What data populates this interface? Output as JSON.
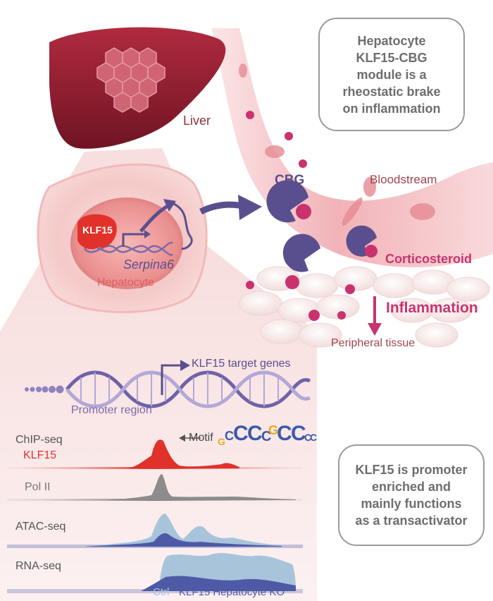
{
  "summary_box_1": {
    "lines": [
      "Hepatocyte",
      "KLF15-CBG",
      "module is a",
      "rheostatic brake",
      "on inflammation"
    ]
  },
  "summary_box_2": {
    "lines": [
      "KLF15 is promoter",
      "enriched and",
      "mainly functions",
      "as a transactivator"
    ]
  },
  "labels": {
    "liver": "Liver",
    "bloodstream": "Bloodstream",
    "cbg": "CBG",
    "corticosteroid": "Corticosteroid",
    "inflammation": "Inflammation",
    "peripheral_tissue": "Peripheral tissue",
    "hepatocyte": "Hepatocyte",
    "klf15_protein": "KLF15",
    "serpina6": "Serpina6"
  },
  "genome": {
    "target_genes": "KLF15 target genes",
    "promoter_region": "Promoter region",
    "motif": "Motif",
    "motif_letters": [
      "G",
      "C",
      "C",
      "C",
      "C",
      "G",
      "C",
      "C",
      "C",
      "C",
      "C",
      "C"
    ]
  },
  "tracks": [
    {
      "id": "chip-klf15",
      "assay": "ChIP-seq",
      "name": "KLF15"
    },
    {
      "id": "chip-pol2",
      "assay": "",
      "name": "Pol II"
    },
    {
      "id": "atac",
      "assay": "ATAC-seq",
      "name": ""
    },
    {
      "id": "rna",
      "assay": "RNA-seq",
      "name": ""
    }
  ],
  "legend": {
    "ctrl": "Ctrl",
    "ko": "KLF15 Hepatocyte KO"
  },
  "colors": {
    "klf15_red": "#e0312b",
    "cbg_purple": "#5a4f8e",
    "steroid_pink": "#c8336e",
    "ctrl_blue": "#a8c4db",
    "ko_blue": "#4e5aa6",
    "pol2_gray": "#8c8c8c",
    "liver": "#8e1c2d",
    "box_border": "#9a9a9a"
  }
}
